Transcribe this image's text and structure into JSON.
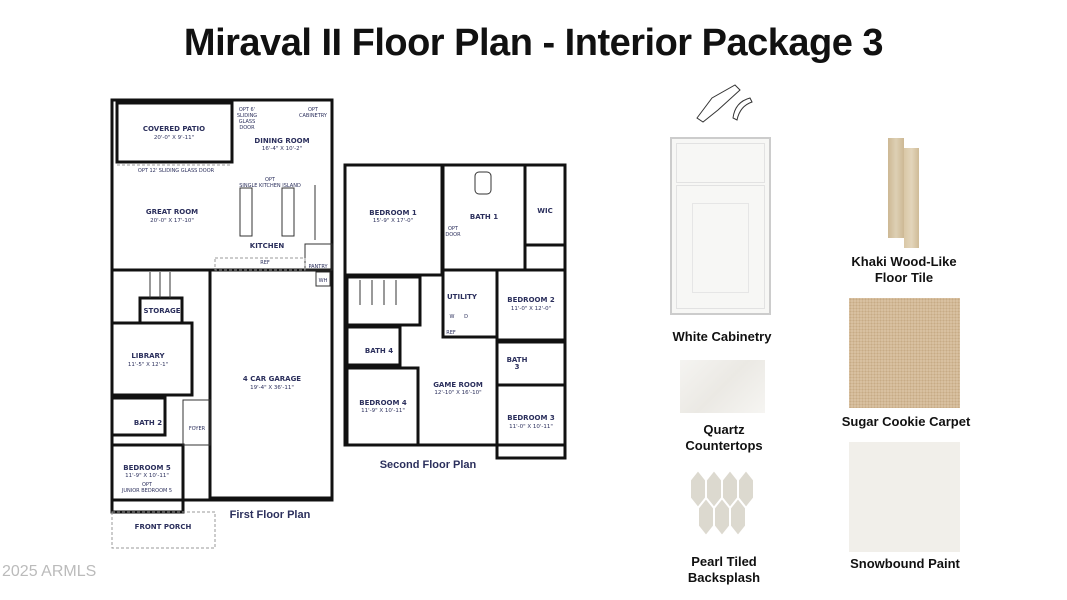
{
  "title": "Miraval II Floor Plan - Interior Package 3",
  "first_floor": {
    "caption": "First Floor Plan",
    "rooms": {
      "covered_patio": {
        "name": "COVERED PATIO",
        "dim": "20'-0\" X 9'-11\""
      },
      "dining_room": {
        "name": "DINING ROOM",
        "dim": "16'-4\" X 10'-2\""
      },
      "great_room": {
        "name": "GREAT ROOM",
        "dim": "20'-0\" X 17'-10\""
      },
      "kitchen": {
        "name": "KITCHEN"
      },
      "pantry": {
        "name": "PANTRY"
      },
      "storage": {
        "name": "STORAGE"
      },
      "library": {
        "name": "LIBRARY",
        "dim": "11'-5\" X 12'-1\""
      },
      "garage": {
        "name": "4 CAR GARAGE",
        "dim": "19'-4\" X 36'-11\""
      },
      "bath2": {
        "name": "BATH 2"
      },
      "foyer": {
        "name": "FOYER"
      },
      "bedroom5": {
        "name": "BEDROOM 5",
        "dim": "11'-9\" X 10'-11\"",
        "opt1": "OPT",
        "opt2": "JUNIOR BEDROOM 5"
      },
      "front_porch": {
        "name": "FRONT PORCH"
      }
    },
    "notes": {
      "sliding6_1": "OPT 6'",
      "sliding6_2": "SLIDING",
      "sliding6_3": "GLASS",
      "sliding6_4": "DOOR",
      "cab1": "OPT",
      "cab2": "CABINETRY",
      "sliding12": "OPT 12' SLIDING GLASS DOOR",
      "island1": "OPT",
      "island2": "SINGLE KITCHEN ISLAND",
      "ref": "REF",
      "wh": "WH"
    }
  },
  "second_floor": {
    "caption": "Second Floor Plan",
    "rooms": {
      "bedroom1": {
        "name": "BEDROOM 1",
        "dim": "15'-9\" X 17'-0\""
      },
      "bath1": {
        "name": "BATH 1"
      },
      "wic": {
        "name": "WIC"
      },
      "utility": {
        "name": "UTILITY"
      },
      "bedroom2": {
        "name": "BEDROOM 2",
        "dim": "11'-0\" X 12'-0\""
      },
      "bath4": {
        "name": "BATH 4"
      },
      "bath3": {
        "name": "BATH",
        "num": "3"
      },
      "game_room": {
        "name": "GAME ROOM",
        "dim": "12'-10\" X 16'-10\""
      },
      "bedroom4": {
        "name": "BEDROOM 4",
        "dim": "11'-9\" X 10'-11\""
      },
      "bedroom3": {
        "name": "BEDROOM 3",
        "dim": "11'-0\" X 10'-11\""
      }
    },
    "notes": {
      "opt_door1": "OPT",
      "opt_door2": "DOOR",
      "w": "W",
      "d": "D",
      "ref": "REF"
    }
  },
  "finishes": [
    {
      "label": "White Cabinetry",
      "color": "#f7f7f5"
    },
    {
      "label": "Khaki Wood-Like Floor Tile",
      "line1": "Khaki Wood-Like",
      "line2": "Floor Tile",
      "color": "#d6c4a6"
    },
    {
      "label": "Sugar Cookie Carpet",
      "color": "#d9c2a3"
    },
    {
      "label": "Quartz Countertops",
      "line1": "Quartz",
      "line2": "Countertops",
      "color": "#f3f2ef"
    },
    {
      "label": "Pearl Tiled Backsplash",
      "line1": "Pearl Tiled",
      "line2": "Backsplash",
      "color": "#dedbd2"
    },
    {
      "label": "Snowbound Paint",
      "color": "#f1efea"
    }
  ],
  "watermark": "2025 ARMLS"
}
